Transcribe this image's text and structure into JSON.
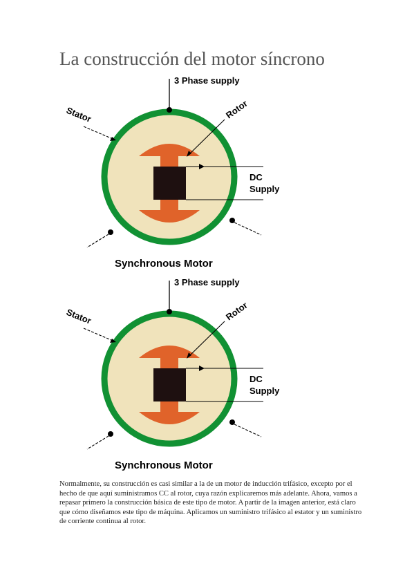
{
  "page": {
    "title": "La construcción del motor síncrono",
    "paragraph": "Normalmente, su construcción es casi similar a la de un motor de inducción trifásico, excepto por el hecho de que aquí suministramos CC al rotor, cuya razón explicaremos más adelante. Ahora, vamos a repasar primero la construcción básica de este tipo de motor. A partir de la imagen anterior, está claro que cómo diseñamos este tipo de máquina. Aplicamos un suministro trifásico al estator y un suministro de corriente continua al rotor."
  },
  "diagrams": [
    {
      "supply_label": "3 Phase supply",
      "stator_label": "Stator",
      "rotor_label": "Rotor",
      "dc_label_line1": "DC",
      "dc_label_line2": "Supply",
      "caption": "Synchronous Motor"
    },
    {
      "supply_label": "3 Phase supply",
      "stator_label": "Stator",
      "rotor_label": "Rotor",
      "dc_label_line1": "DC",
      "dc_label_line2": "Supply",
      "caption": "Synchronous Motor"
    }
  ],
  "colors": {
    "stator_ring": "#119133",
    "motor_fill": "#f0e3bb",
    "rotor_pole": "#e0632a",
    "rotor_core": "#1e1010"
  }
}
